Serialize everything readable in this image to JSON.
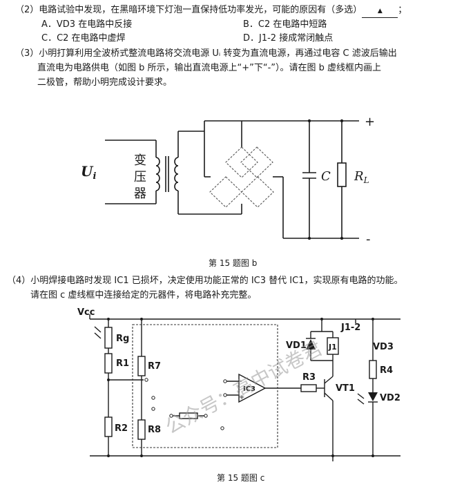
{
  "q2": {
    "stem": "（2）电路试验中发现，在黑暗环境下灯泡一直保持低功率发光，可能的原因有（多选）",
    "blank_mark": "▲",
    "tail": "；",
    "options": [
      "A．VD3 在电路中反接",
      "B．C2 在电路中短路",
      "C．C2 在电路中虚焊",
      "D．J1-2 接成常闭触点"
    ]
  },
  "q3": {
    "lines": [
      "（3）小明打算利用全波桥式整流电路将交流电源 Uᵢ 转变为直流电源，再通过电容 C 滤波后输出",
      "直流电为电路供电（如图 b 所示，输出直流电源上“+”下“-”）。请在图 b 虚线框内画上",
      "二极管，帮助小明完成设计要求。"
    ]
  },
  "fig_b": {
    "input_label": "U",
    "input_sub": "i",
    "transformer_chars": [
      "变",
      "压",
      "器"
    ],
    "cap_label": "C",
    "load_label": "R",
    "load_sub": "L",
    "plus": "+",
    "minus": "-",
    "caption": "第 15 题图 b"
  },
  "q4": {
    "lines": [
      "（4）小明焊接电路时发现 IC1 已损坏，决定使用功能正常的 IC3 替代 IC1，实现原有电路的功能。",
      "请在图 c 虚线框中连接给定的元器件，将电路补充完整。"
    ]
  },
  "fig_c": {
    "vcc": "Vcc",
    "rg": "Rg",
    "r1": "R1",
    "r2": "R2",
    "r7": "R7",
    "r8": "R8",
    "ic3": "IC3",
    "r3": "R3",
    "vt1": "VT1",
    "vd1": "VD1",
    "j1": "J1",
    "j1_2": "J1-2",
    "vd3": "VD3",
    "r4": "R4",
    "vd2": "VD2",
    "minus_sign": "-",
    "plus_sign": "+",
    "caption": "第 15 题图 c"
  },
  "watermark": "公众号：高中试卷君"
}
